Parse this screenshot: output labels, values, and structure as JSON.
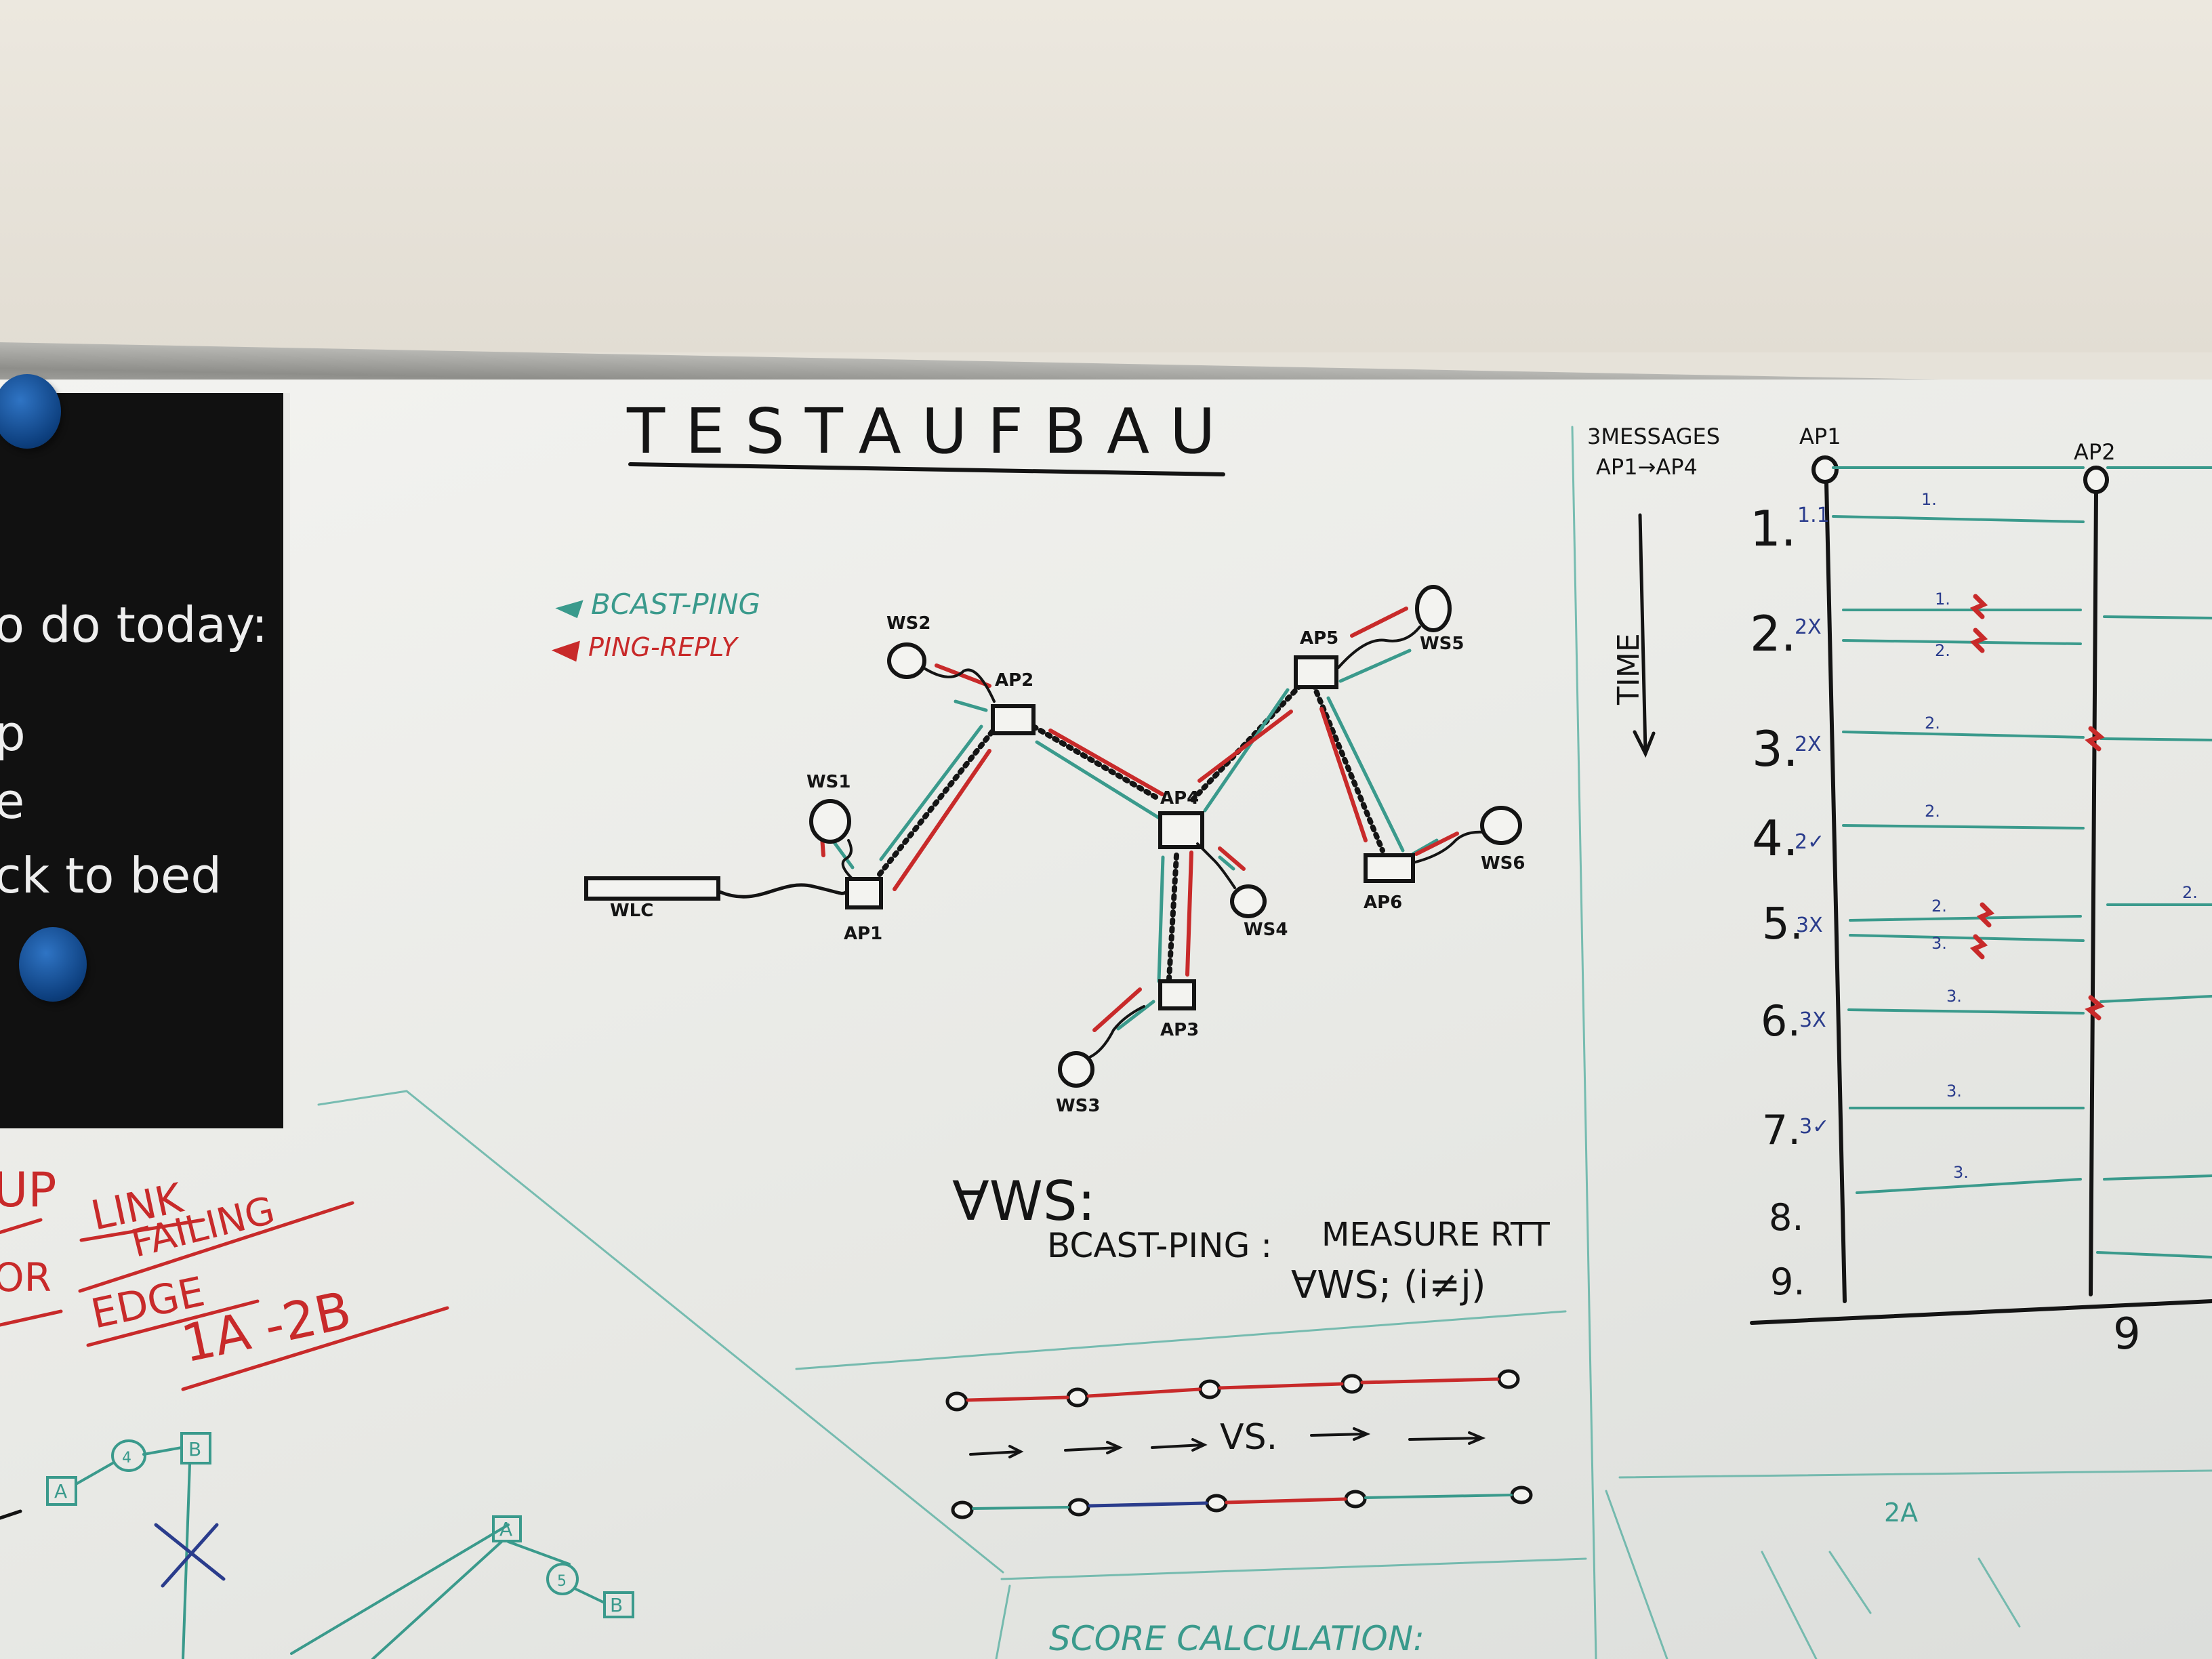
{
  "poster": {
    "lines": [
      "o do today:",
      "p",
      "e",
      "ck to bed"
    ]
  },
  "diagram": {
    "title": "TESTAUFBAU",
    "legend": {
      "bcast": "BCAST-PING",
      "reply": "PING-REPLY"
    },
    "nodes": {
      "wlc": "WLC",
      "ap1": "AP1",
      "ap2": "AP2",
      "ap3": "AP3",
      "ap4": "AP4",
      "ap5": "AP5",
      "ap6": "AP6",
      "ws1": "WS1",
      "ws2": "WS2",
      "ws3": "WS3",
      "ws4": "WS4",
      "ws5": "WS5",
      "ws6": "WS6"
    },
    "formula": {
      "line1": "∀WS:",
      "line2": "BCAST-PING :",
      "line3": "MEASURE RTT",
      "line4": "∀WS; (i≠j)"
    },
    "vs": "VS."
  },
  "timeline": {
    "header_line1": "3MESSAGES",
    "header_line2": "AP1→AP4",
    "time_label": "TIME",
    "ap1": "AP1",
    "ap2": "AP2",
    "rows": [
      "1.",
      "2.",
      "3.",
      "4.",
      "5.",
      "6.",
      "7.",
      "8.",
      "9."
    ],
    "marks": [
      "1.1",
      "2X",
      "2X",
      "2✓",
      "3X",
      "3X",
      "3✓",
      "",
      ""
    ],
    "msg_labels": [
      "1.",
      "1.",
      "2.",
      "2.",
      "2.",
      "2.",
      "3.",
      "3.",
      "3.",
      "3.",
      "2."
    ],
    "bottom": "9"
  },
  "left_edge": {
    "up": "UP",
    "or": "OR",
    "link": "LINK",
    "failing": "FAILING",
    "edge": "EDGE",
    "score": "1A -2B"
  },
  "bottom_notes": {
    "a1": "A",
    "a2": "A",
    "b1": "B",
    "b2": "B",
    "n1": "4",
    "n2": "5",
    "score_calc": "SCORE CALCULATION:",
    "corner": "2A"
  },
  "colors": {
    "red": "#c82a2a",
    "teal": "#3a9a8c",
    "blue": "#2a3c8c",
    "black": "#141414"
  }
}
